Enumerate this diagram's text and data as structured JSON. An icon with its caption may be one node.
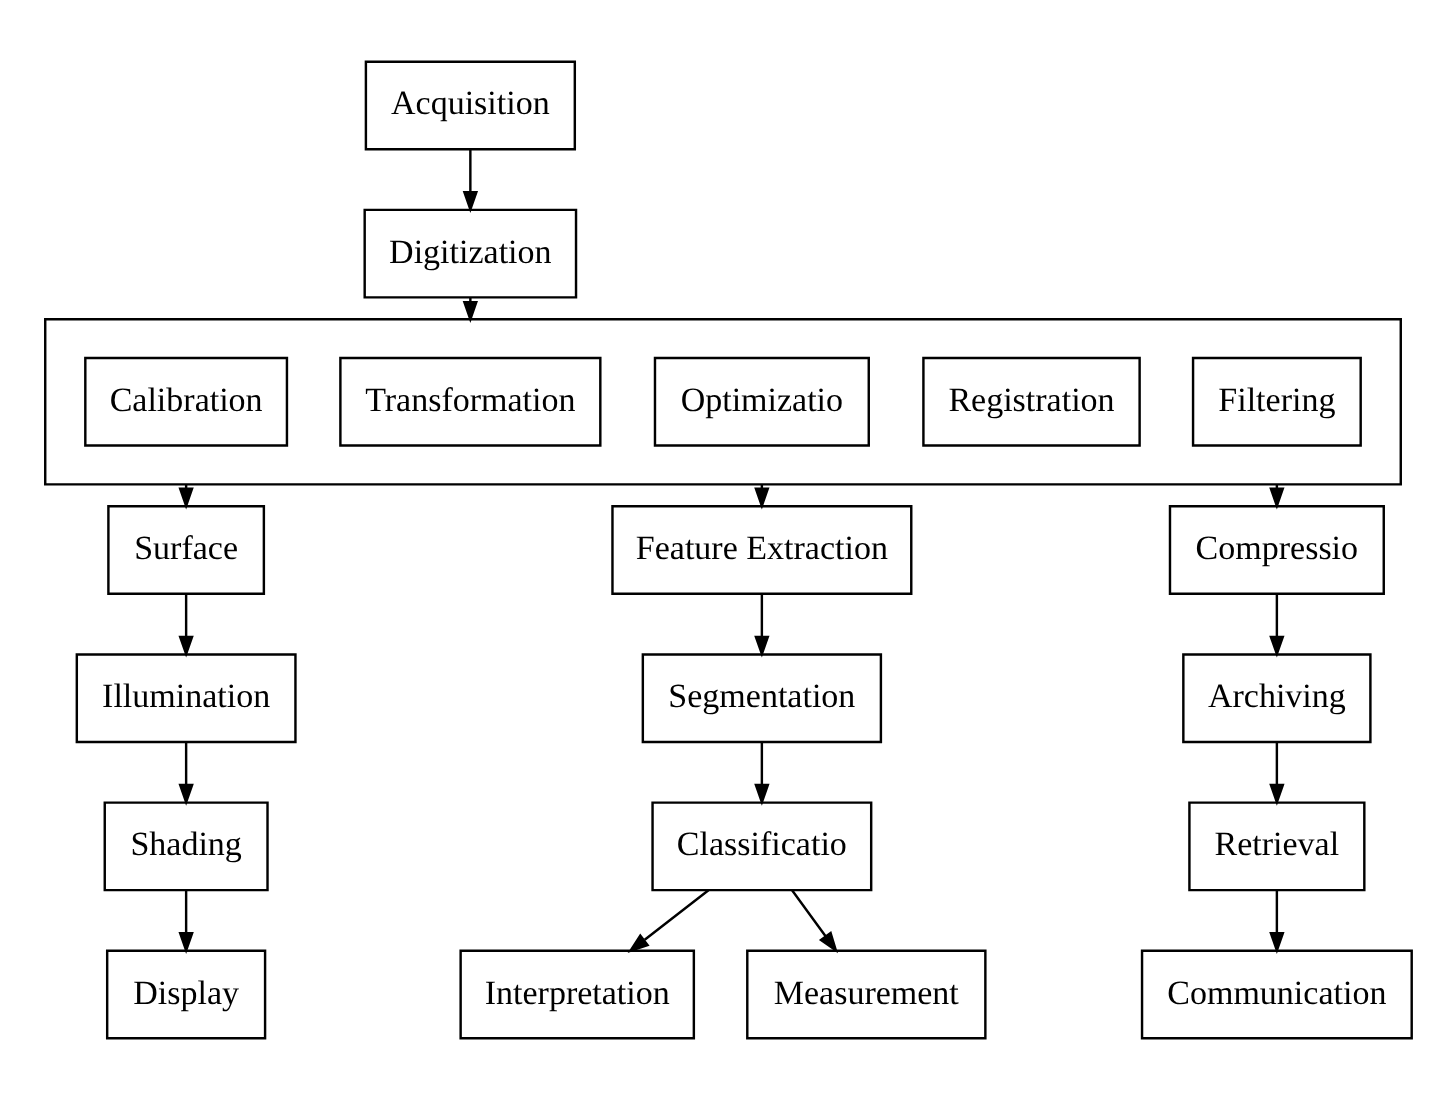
{
  "diagram": {
    "nodes": [
      {
        "text": [
          "Acquisition"
        ]
      },
      {
        "text": [
          "Digitization"
        ]
      },
      {
        "text": [],
        "shape": "box"
      },
      {
        "text": [
          "Calibration"
        ],
        "in": 2
      },
      {
        "text": [
          "Registration"
        ],
        "in": 2
      },
      {
        "text": [
          "Optimizatio"
        ],
        "in": 2
      },
      {
        "text": [
          "Transformation"
        ],
        "in": 2
      },
      {
        "text": [
          "Filtering"
        ],
        "in": 2
      },
      {
        "text": [
          "Surface"
        ]
      },
      {
        "text": [
          "Feature Extraction"
        ]
      },
      {
        "text": [
          "Compressio"
        ]
      },
      {
        "text": [
          "Illumination"
        ]
      },
      {
        "text": [
          "Segmentation"
        ]
      },
      {
        "text": [
          "Archiving"
        ]
      },
      {
        "text": [
          "Shading"
        ]
      },
      {
        "text": [
          "Classificatio"
        ]
      },
      {
        "text": [
          "Retrieval"
        ]
      },
      {
        "text": [
          "Display"
        ]
      },
      {
        "text": [
          "Interpretation"
        ]
      },
      {
        "text": [
          "Measurement"
        ]
      },
      {
        "text": [
          "Communication"
        ]
      }
    ],
    "edges": [
      {
        "from": 0,
        "to": 1,
        "arrow": "to"
      },
      {
        "from": 1,
        "to": 2,
        "arrow": "to"
      },
      {
        "from": 2,
        "to": 8,
        "arrow": "to"
      },
      {
        "from": 2,
        "to": 9,
        "arrow": "to"
      },
      {
        "from": 2,
        "to": 10,
        "arrow": "to"
      },
      {
        "from": 8,
        "to": 11,
        "arrow": "to"
      },
      {
        "from": 11,
        "to": 14,
        "arrow": "to"
      },
      {
        "from": 14,
        "to": 17,
        "arrow": "to"
      },
      {
        "from": 9,
        "to": 12,
        "arrow": "to"
      },
      {
        "from": 12,
        "to": 15,
        "arrow": "to"
      },
      {
        "from": 15,
        "to": 18,
        "arrow": "to"
      },
      {
        "from": 15,
        "to": 19,
        "arrow": "to"
      },
      {
        "from": 10,
        "to": 13,
        "arrow": "to"
      },
      {
        "from": 13,
        "to": 16,
        "arrow": "to"
      },
      {
        "from": 16,
        "to": 20,
        "arrow": "to"
      }
    ]
  }
}
